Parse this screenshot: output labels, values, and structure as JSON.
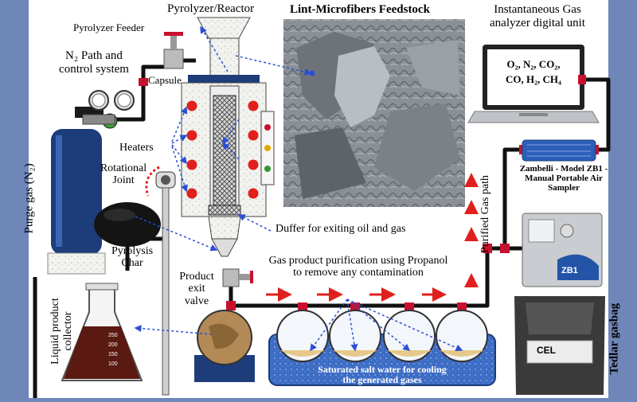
{
  "labels": {
    "reactor": "Pyrolyzer/Reactor",
    "feedstock": "Lint-Microfibers Feedstock",
    "analyzer_line1": "Instantaneous Gas",
    "analyzer_line2": "analyzer digital unit",
    "feeder": "Pyrolyzer Feeder",
    "n2_line1": "N₂ Path and",
    "n2_line2": "control system",
    "capsule": "Capsule",
    "heaters": "Heaters",
    "rot_line1": "Rotational",
    "rot_line2": "Joint",
    "purge": "Purge gas (N₂)",
    "char_line1": "Pyrolysis",
    "char_line2": "Char",
    "duffer": "Duffer for exiting oil and gas",
    "purif_line1": "Gas product purification using Propanol",
    "purif_line2": "to remove any contamination",
    "valve_line1": "Product",
    "valve_line2": "exit",
    "valve_line3": "valve",
    "liquid_line1": "Liquid product",
    "liquid_line2": "collector",
    "purified": "Purified Gas path",
    "sampler_line1": "Zambelli - Model ZB1 -",
    "sampler_line2": "Manual Portable Air",
    "sampler_line3": "Sampler",
    "tedlar": "Tedlar gasbag",
    "salt_line1": "Saturated salt water for cooling",
    "salt_line2": "the generated gases",
    "screen_line1": "O₂, N₂, CO₂,",
    "screen_line2": "CO, H₂, CH₄",
    "zb1_badge": "ZB1",
    "cel_badge": "CEL",
    "flask_marks": [
      "250",
      "200",
      "150",
      "100"
    ]
  },
  "colors": {
    "background": "#6e86b8",
    "panel": "#ffffff",
    "pipe": "#111111",
    "fitting": "#c8102e",
    "arrow": "#e0201c",
    "pointer": "#2a4fd6",
    "water": "#3d6cc4",
    "liquid": "#5a1a12",
    "cylinder": "#1d3d7a"
  }
}
